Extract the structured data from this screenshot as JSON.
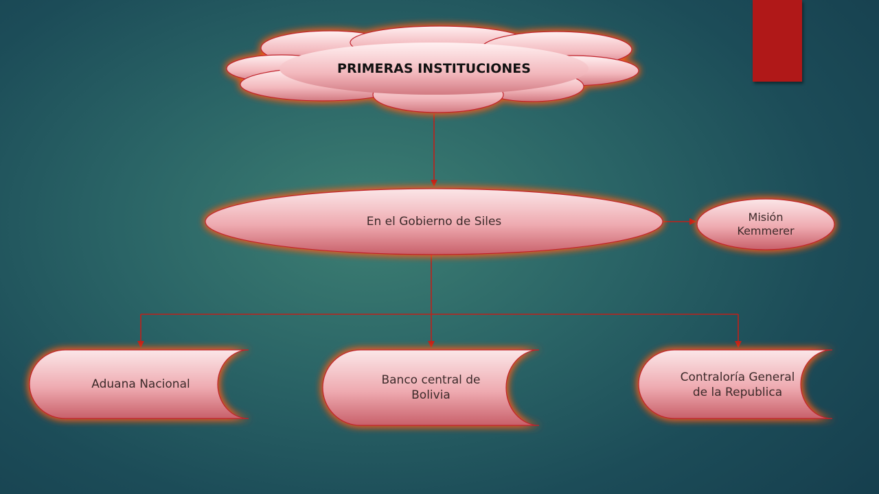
{
  "diagram": {
    "title": "PRIMERAS INSTITUCIONES",
    "government": "En el Gobierno de Siles",
    "mission": "Misión Kemmerer",
    "institutions": [
      "Aduana Nacional",
      "Banco central de Bolivia",
      "Contraloría General de la Republica"
    ]
  },
  "colors": {
    "accent": "#b01818",
    "connector": "#c0201a",
    "shape_fill": "#e79aa0",
    "glow": "#e84a1c"
  }
}
